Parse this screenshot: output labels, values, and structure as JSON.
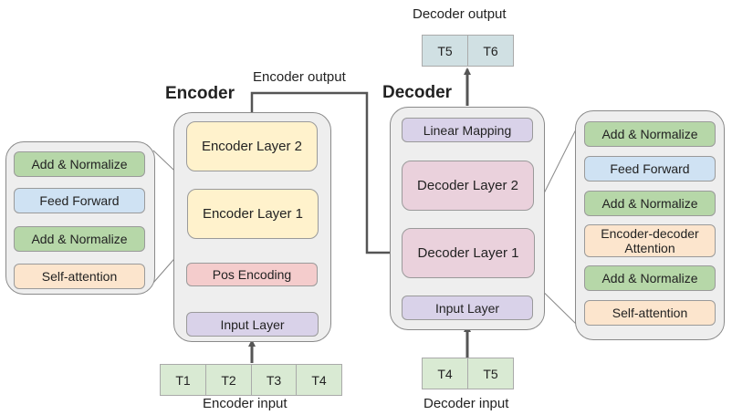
{
  "encoder": {
    "title": "Encoder",
    "layers": {
      "layer2": "Encoder Layer 2",
      "layer1": "Encoder Layer 1",
      "pos_encoding": "Pos Encoding",
      "input_layer": "Input Layer"
    },
    "detail": [
      "Add & Normalize",
      "Feed Forward",
      "Add & Normalize",
      "Self-attention"
    ],
    "input_tokens": [
      "T1",
      "T2",
      "T3",
      "T4"
    ],
    "input_label": "Encoder input",
    "output_label": "Encoder output"
  },
  "decoder": {
    "title": "Decoder",
    "layers": {
      "linear_mapping": "Linear Mapping",
      "layer2": "Decoder Layer 2",
      "layer1": "Decoder Layer 1",
      "input_layer": "Input Layer"
    },
    "detail": [
      "Add & Normalize",
      "Feed Forward",
      "Add & Normalize",
      "Encoder-decoder Attention",
      "Add & Normalize",
      "Self-attention"
    ],
    "input_tokens": [
      "T4",
      "T5"
    ],
    "input_label": "Decoder input",
    "output_tokens": [
      "T5",
      "T6"
    ],
    "output_label": "Decoder output"
  },
  "colors": {
    "encoder_layer": "#fff2cc",
    "decoder_layer": "#ead1dc",
    "pos_encoding": "#f4cccc",
    "input_layer": "#d9d2e9",
    "add_normalize": "#b6d7a8",
    "feed_forward": "#cfe2f3",
    "attention": "#fce5cd",
    "input_tokens": "#d9ead3",
    "output_tokens": "#d0e0e3"
  }
}
